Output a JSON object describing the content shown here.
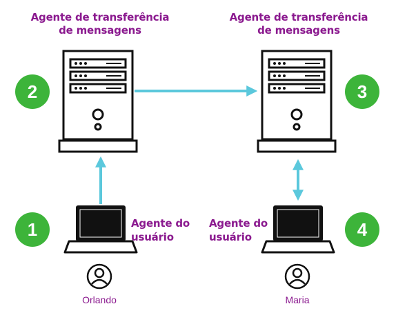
{
  "servers": [
    {
      "title_line1": "Agente de transferência",
      "title_line2": "de mensagens",
      "step": "2"
    },
    {
      "title_line1": "Agente de transferência",
      "title_line2": "de mensagens",
      "step": "3"
    }
  ],
  "clients": [
    {
      "agent_line1": "Agente do",
      "agent_line2": "usuário",
      "step": "1",
      "person": "Orlando"
    },
    {
      "agent_line1": "Agente do",
      "agent_line2": "usuário",
      "step": "4",
      "person": "Maria"
    }
  ],
  "colors": {
    "title": "#8B1A8F",
    "badge": "#3DB43A",
    "arrow": "#5BC8DC",
    "device": "#111111"
  },
  "icons": [
    "server-icon",
    "laptop-icon",
    "user-circle-icon"
  ]
}
